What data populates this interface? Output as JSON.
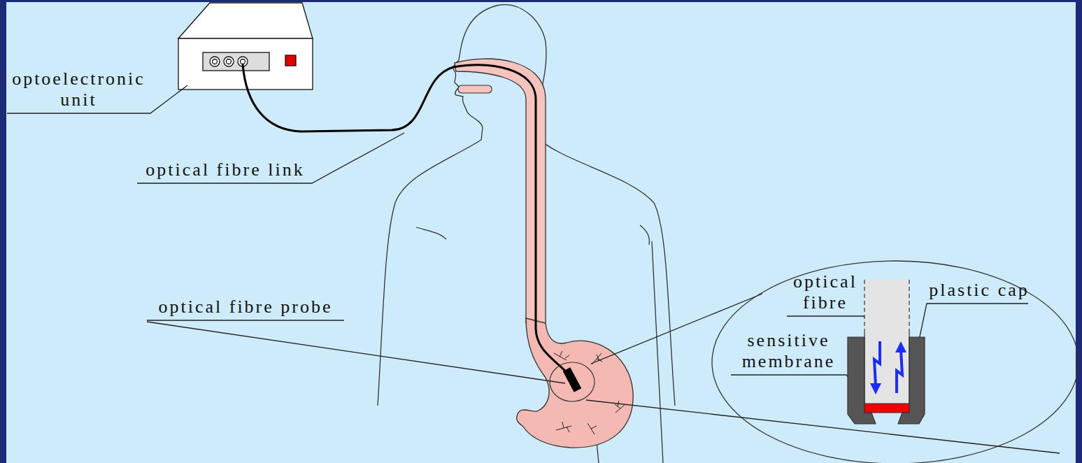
{
  "diagram": {
    "labels": [
      "optoelectronic unit",
      "optical fibre link",
      "optical fibre probe",
      "optical fibre",
      "sensitive membrane",
      "plastic cap"
    ]
  }
}
